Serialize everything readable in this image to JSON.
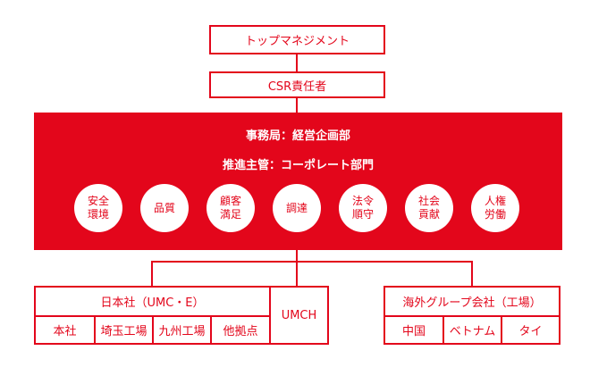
{
  "top_management": "トップマネジメント",
  "csr_officer": "CSR責任者",
  "secretariat": "事務局：経営企画部",
  "promotion": "推進主管：コーポレート部門",
  "themes": [
    {
      "label": "安全環境"
    },
    {
      "label": "品質"
    },
    {
      "label": "顧客満足"
    },
    {
      "label": "調達"
    },
    {
      "label": "法令順守"
    },
    {
      "label": "社会貢献"
    },
    {
      "label": "人権労働"
    }
  ],
  "japan": {
    "title": "日本社（UMC・E）",
    "sites": [
      "本社",
      "埼玉工場",
      "九州工場",
      "他拠点"
    ]
  },
  "umch": "UMCH",
  "overseas": {
    "title": "海外グループ会社（工場）",
    "sites": [
      "中国",
      "ベトナム",
      "タイ"
    ]
  },
  "colors": {
    "brand_red": "#e3061b",
    "background": "#ffffff"
  }
}
